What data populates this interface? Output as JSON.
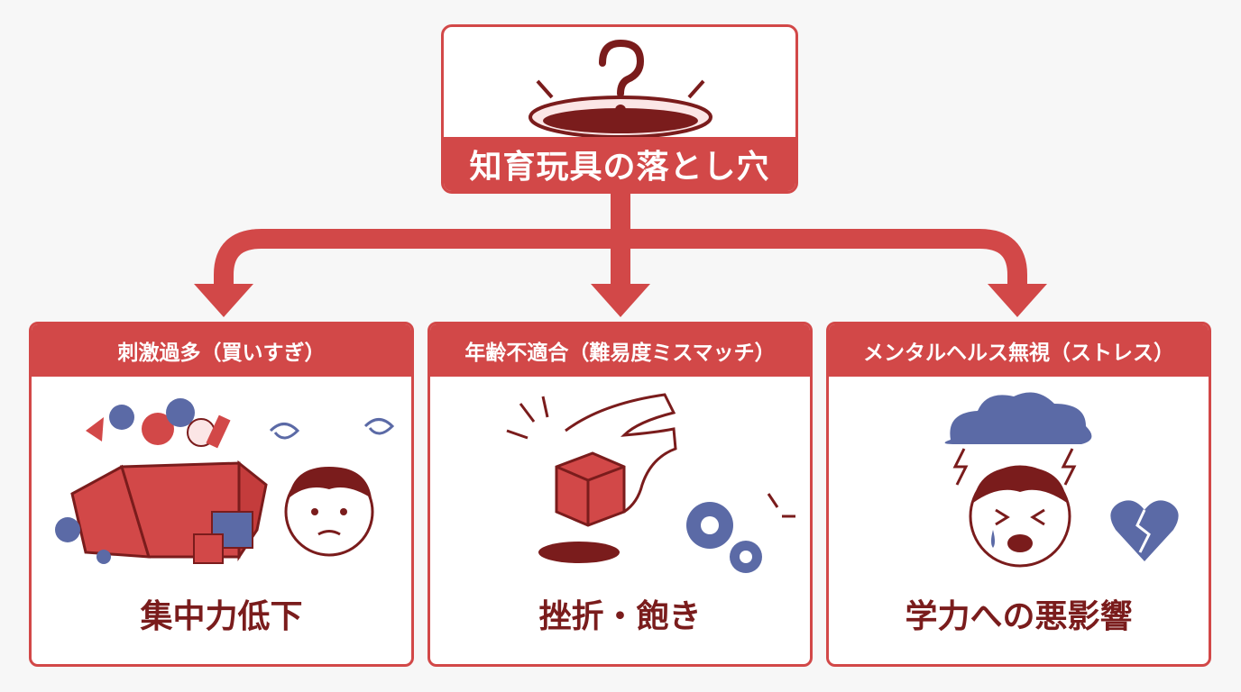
{
  "title": "知育玩具の落とし穴",
  "panels": [
    {
      "header": "刺激過多（買いすぎ）",
      "result": "集中力低下"
    },
    {
      "header": "年齢不適合（難易度ミスマッチ）",
      "result": "挫折・飽き"
    },
    {
      "header": "メンタルヘルス無視（ストレス）",
      "result": "学力への悪影響"
    }
  ],
  "colors": {
    "accent": "#d24848",
    "dark": "#7a1c1c",
    "blue": "#5b6aa6"
  },
  "icons": [
    "hole-question-icon",
    "overflowing-toy-box-icon",
    "dizzy-child-icon",
    "hand-cube-hole-icon",
    "gears-icon",
    "stormy-crying-child-icon",
    "broken-heart-icon"
  ]
}
